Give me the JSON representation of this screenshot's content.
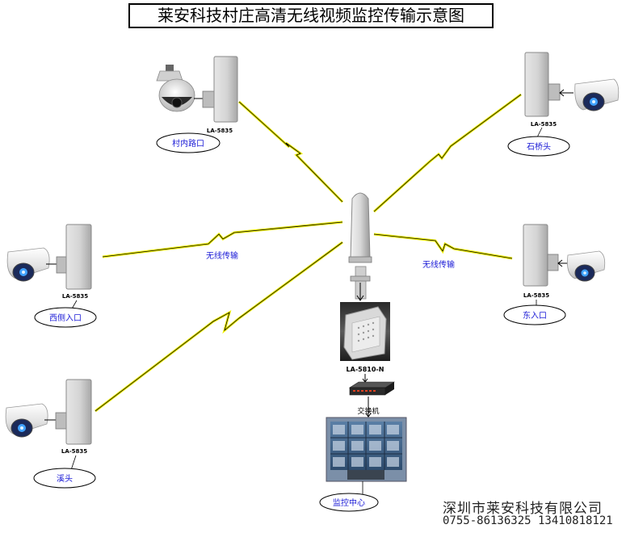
{
  "title": "莱安科技村庄高清无线视频监控传输示意图",
  "sites": {
    "village_road": {
      "label": "村内路口",
      "model": "LA-5835"
    },
    "stone_bridge": {
      "label": "石桥头",
      "model": "LA-5835"
    },
    "west_entrance": {
      "label": "西侧入口",
      "model": "LA-5835"
    },
    "east_entrance": {
      "label": "东入口",
      "model": "LA-5835"
    },
    "creek_head": {
      "label": "溪头",
      "model": "LA-5835"
    }
  },
  "link_labels": {
    "left": "无线传输",
    "right": "无线传输"
  },
  "base_station": {
    "model": "LA-5810-N"
  },
  "switch_label": "交换机",
  "monitor_center_label": "监控中心",
  "footer": {
    "company": "深圳市莱安科技有限公司",
    "phone": "0755-86136325 13410818121"
  },
  "colors": {
    "bolt": "#f2f200",
    "ellipse_text": "#1a1ad6",
    "link_text": "#1a1ad6"
  },
  "icons": {
    "dome": "ptz-dome-camera-icon",
    "bullet": "bullet-camera-icon",
    "cpe": "outdoor-cpe-antenna-icon",
    "sector": "sector-antenna-icon",
    "switch": "network-switch-icon",
    "monitor": "video-wall-monitor-icon"
  }
}
